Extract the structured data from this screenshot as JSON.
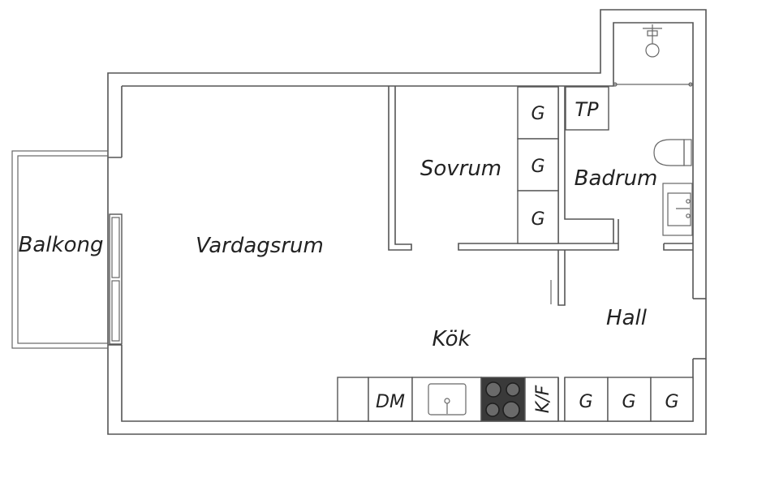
{
  "rooms": {
    "balcony": "Balkong",
    "living": "Vardagsrum",
    "bedroom": "Sovrum",
    "bathroom": "Badrum",
    "hall": "Hall",
    "kitchen": "Kök"
  },
  "fixtures": {
    "wardrobe_letter": "G",
    "tp": "TP",
    "dm": "DM",
    "kf": "K/F"
  },
  "colors": {
    "walls": "#555555",
    "stove": "#3a3a3a",
    "background": "#ffffff"
  }
}
